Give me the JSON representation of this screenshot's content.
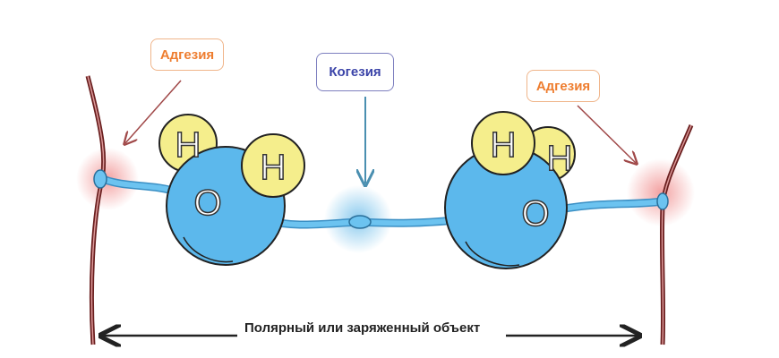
{
  "labels": {
    "adhesion_left": "Адгезия",
    "cohesion": "Когезия",
    "adhesion_right": "Адгезия",
    "bottom": "Полярный или заряженный объект"
  },
  "molecule_atoms": {
    "oxygen": "O",
    "hydrogen": "H"
  },
  "colors": {
    "oxygen": "#5cb8ec",
    "hydrogen": "#f5ee8c",
    "adhesion": "#ee7d2f",
    "cohesion": "#3a43a8",
    "wall": "#7a2a2a"
  }
}
